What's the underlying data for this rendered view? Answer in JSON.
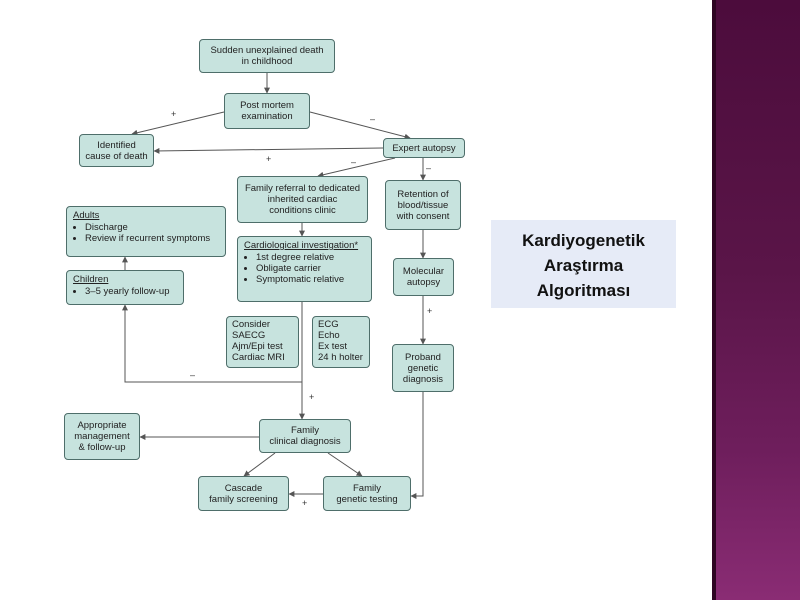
{
  "slide_title": [
    "Kardiyogenetik",
    "Araştırma",
    "Algoritması"
  ],
  "nodes": {
    "sudden_death": [
      "Sudden unexplained death",
      "in childhood"
    ],
    "post_mortem": [
      "Post mortem",
      "examination"
    ],
    "identified": [
      "Identified",
      "cause of death"
    ],
    "expert_autopsy": [
      "Expert autopsy"
    ],
    "family_referral": [
      "Family referral to dedicated",
      "inherited cardiac",
      "conditions clinic"
    ],
    "retention": [
      "Retention of",
      "blood/tissue",
      "with consent"
    ],
    "adults": {
      "head": "Adults",
      "items": [
        "Discharge",
        "Review if recurrent symptoms"
      ]
    },
    "cardiological": {
      "head": "Cardiological investigation*",
      "items": [
        "1st degree relative",
        "Obligate carrier",
        "Symptomatic relative"
      ]
    },
    "molecular": [
      "Molecular",
      "autopsy"
    ],
    "children": {
      "head": "Children",
      "items": [
        "3–5 yearly follow-up"
      ]
    },
    "consider": [
      "Consider",
      "SAECG",
      "Ajm/Epi test",
      "Cardiac MRI"
    ],
    "ecg": [
      "ECG",
      "Echo",
      "Ex test",
      "24 h holter"
    ],
    "proband": [
      "Proband",
      "genetic",
      "diagnosis"
    ],
    "appropriate": [
      "Appropriate",
      "management",
      "& follow-up"
    ],
    "family_clinical": [
      "Family",
      "clinical diagnosis"
    ],
    "cascade": [
      "Cascade",
      "family screening"
    ],
    "family_genetic": [
      "Family",
      "genetic testing"
    ]
  },
  "edge_signs": {
    "post_to_identified": "+",
    "post_to_expert": "–",
    "expert_to_identified": "+",
    "expert_to_referral": "–",
    "expert_to_retention": "–",
    "investigation_to_children": "–",
    "investigation_to_clinical": "+",
    "molecular_to_proband": "+",
    "genetic_to_cascade": "+"
  },
  "colors": {
    "node_fill": "#c7e3de",
    "node_border": "#4e6e6a",
    "arrow": "#555555",
    "title_bg": "#e6ebf7",
    "side_bar": "#5a1548"
  }
}
